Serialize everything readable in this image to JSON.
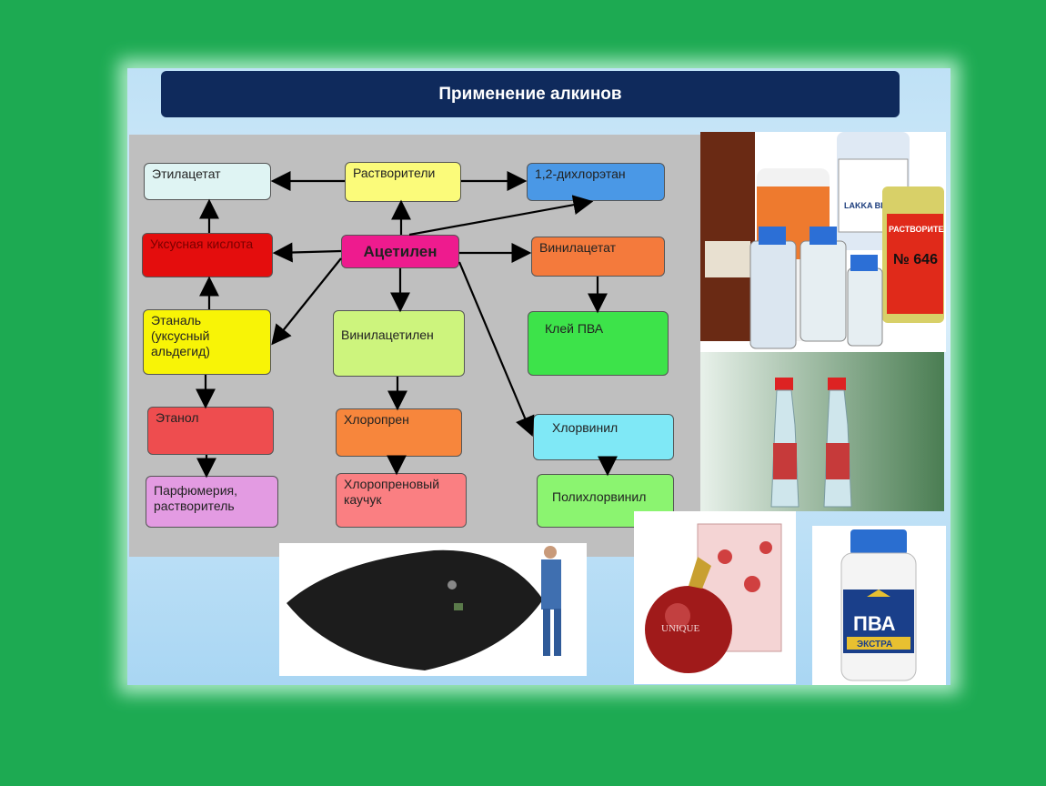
{
  "title": "Применение алкинов",
  "nodes": {
    "ethyl_acetate": "Этилацетат",
    "solvents": "Растворители",
    "dichloroethane": "1,2-дихлорэтан",
    "acetic_acid": "Уксусная кислота",
    "acetylene": "Ацетилен",
    "vinyl_acetate": "Винилацетат",
    "ethanal": "Этаналь (уксусный альдегид)",
    "vinylacetylene": "Винилацетилен",
    "pva_glue": "Клей ПВА",
    "ethanol": "Этанол",
    "chloroprene": "Хлоропрен",
    "vinyl_chloride": "Хлорвинил",
    "perfumery": "Парфюмерия, растворитель",
    "chloroprene_rubber": "Хлоропреновый каучук",
    "pvc": "Полихлорвинил"
  },
  "photos": {
    "solvent_label_1": "LAKKA BENSII",
    "solvent_label_2": "РАСТВОРИТЕЛ",
    "solvent_label_3": "№ 646",
    "perfume_label": "UNIQUE",
    "glue_label": "ПВА",
    "glue_sublabel": "ЭКСТРА"
  },
  "colors": {
    "background": "#1daa52",
    "title_bar": "#0f2a5c",
    "diagram_bg": "#bfbfbf"
  }
}
